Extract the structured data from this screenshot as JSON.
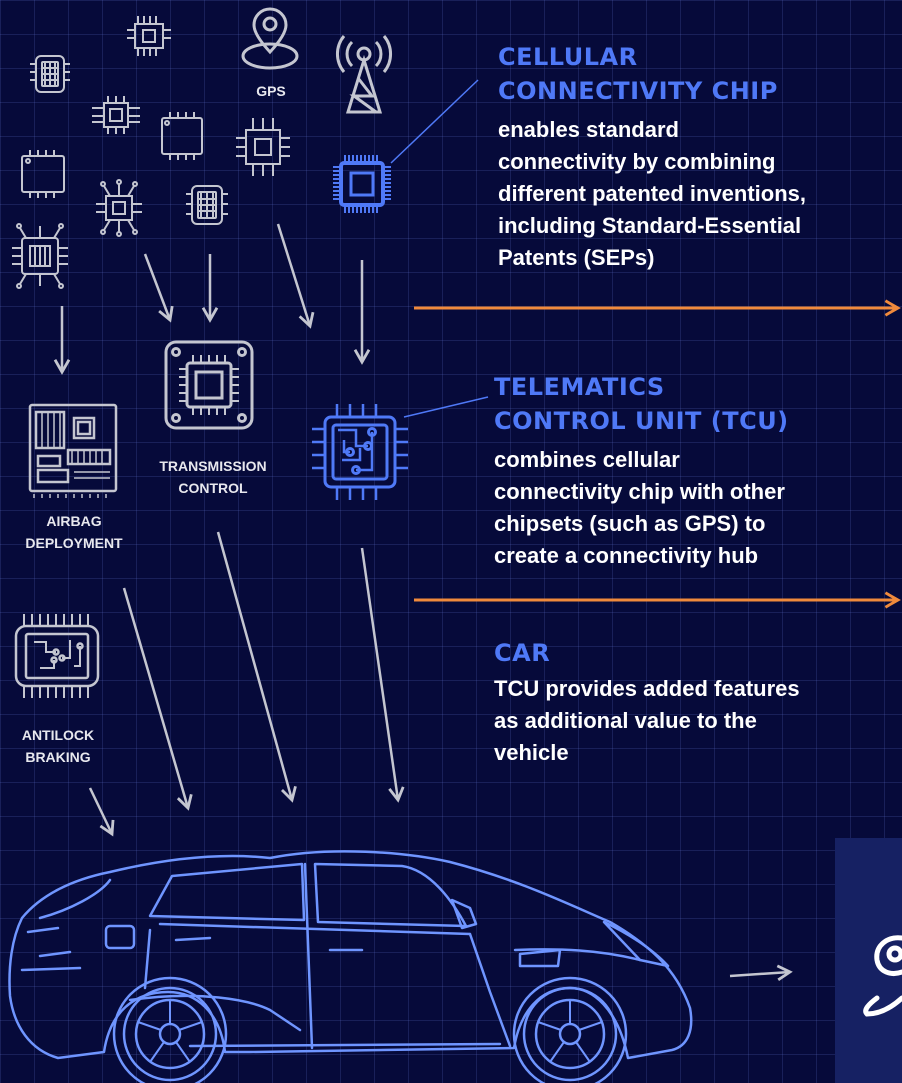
{
  "colors": {
    "background": "#060a3a",
    "accent_blue": "#4f79f7",
    "icon_gray": "#c4c6d0",
    "orange": "#f08a3c",
    "panel": "#162163"
  },
  "chips": {
    "gps": "GPS",
    "transmission": [
      "TRANSMISSION",
      "CONTROL"
    ],
    "airbag": [
      "AIRBAG",
      "DEPLOYMENT"
    ],
    "antilock": [
      "ANTILOCK",
      "BRAKING"
    ]
  },
  "sections": {
    "cellular": {
      "title": [
        "CELLULAR",
        "CONNECTIVITY CHIP"
      ],
      "lines": [
        "enables standard",
        "connectivity by combining",
        "different patented inventions,",
        "including Standard-Essential",
        "Patents (SEPs)"
      ]
    },
    "tcu": {
      "title": [
        "TELEMATICS",
        "CONTROL UNIT (TCU)"
      ],
      "lines": [
        "combines cellular",
        "connectivity chip with other",
        "chipsets (such as GPS) to",
        "create a connectivity hub"
      ]
    },
    "car": {
      "title": [
        "CAR"
      ],
      "lines": [
        "TCU provides added features",
        "as additional value to the",
        "vehicle"
      ]
    }
  },
  "icons": {
    "gps": "location-pin-icon",
    "tower": "cell-tower-icon",
    "cellular_chip": "cellular-chip-icon",
    "tcu": "tcu-chip-icon",
    "transmission": "transmission-chip-icon",
    "airbag": "airbag-board-icon",
    "antilock": "antilock-chip-icon",
    "car": "car-outline-icon",
    "side_panel": "partial-icon"
  }
}
